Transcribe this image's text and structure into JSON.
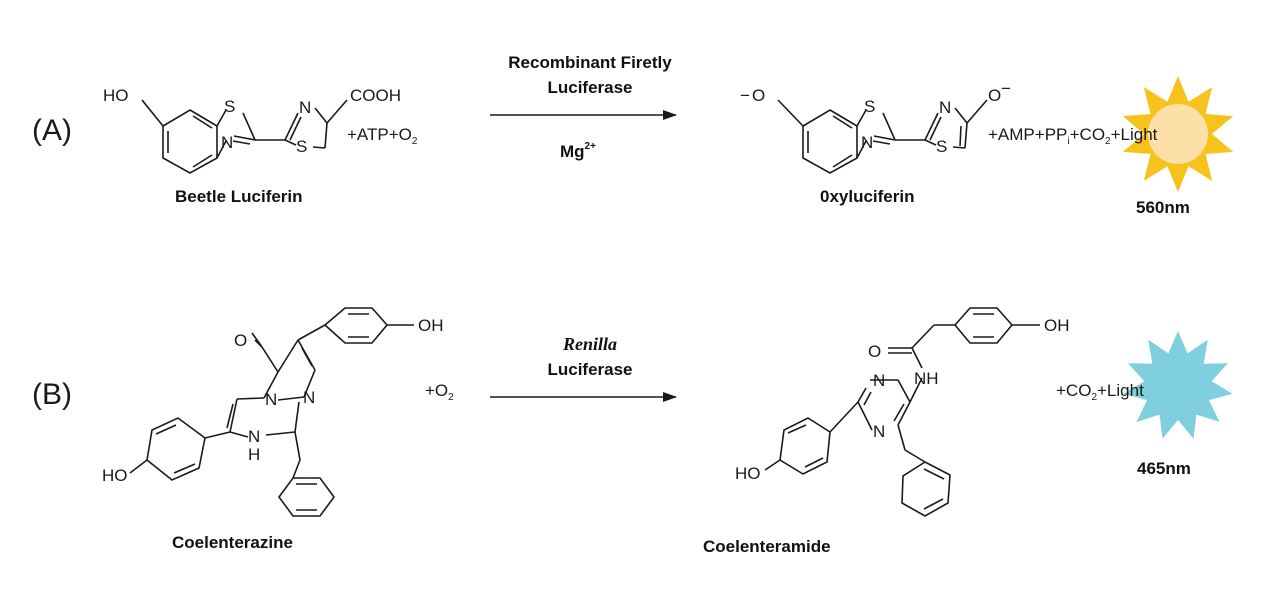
{
  "panels": {
    "a": {
      "label": "(A)",
      "substrate_name": "Beetle Luciferin",
      "substrate_atoms": {
        "ho": "HO",
        "s1": "S",
        "n1": "N",
        "n2": "N",
        "s2": "S",
        "cooh": "COOH"
      },
      "cosubstrates": "+ATP+O",
      "cosubstrates_sub": "2",
      "enzyme_line1": "Recombinant Firetly",
      "enzyme_line2": "Luciferase",
      "cofactor": "Mg",
      "cofactor_sup": "2+",
      "product_name": "0xyluciferin",
      "product_atoms": {
        "o_left": "O",
        "charge_left": "−",
        "s1": "S",
        "n1": "N",
        "n2": "N",
        "s2": "S",
        "o_right": "O",
        "charge_right": "−"
      },
      "byproducts_1": "+AMP+PP",
      "byproducts_1_sub": "i",
      "byproducts_2": "+CO",
      "byproducts_2_sub": "2",
      "byproducts_3": "+Light",
      "wavelength": "560nm",
      "sun_color": "#F7C21B",
      "sun_core_color": "#FCE0A8"
    },
    "b": {
      "label": "(B)",
      "substrate_name": "Coelenterazine",
      "substrate_atoms": {
        "o": "O",
        "n1": "N",
        "n2": "N",
        "nh": "N",
        "h": "H",
        "oh": "OH",
        "ho": "HO"
      },
      "cosubstrates": "+O",
      "cosubstrates_sub": "2",
      "enzyme_line1": "Renilla",
      "enzyme_line2": "Luciferase",
      "product_name": "Coelenteramide",
      "product_atoms": {
        "o": "O",
        "nh": "NH",
        "n1": "N",
        "n2": "N",
        "oh": "OH",
        "ho": "HO"
      },
      "byproducts_1": "+CO",
      "byproducts_1_sub": "2",
      "byproducts_2": "+Light",
      "wavelength": "465nm",
      "sun_color": "#7FCFDF"
    }
  }
}
